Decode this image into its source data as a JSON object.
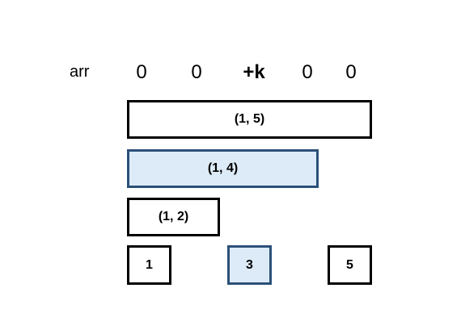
{
  "array": {
    "label": "arr",
    "values": [
      "0",
      "0",
      "+k",
      "0",
      "0"
    ]
  },
  "intervals": {
    "i15": "(1, 5)",
    "i14": "(1, 4)",
    "i12": "(1, 2)"
  },
  "leaves": {
    "l1": "1",
    "l3": "3",
    "l5": "5"
  },
  "colors": {
    "border": "#000000",
    "highlight_border": "#2a5078",
    "highlight_fill": "#ddebf8"
  }
}
